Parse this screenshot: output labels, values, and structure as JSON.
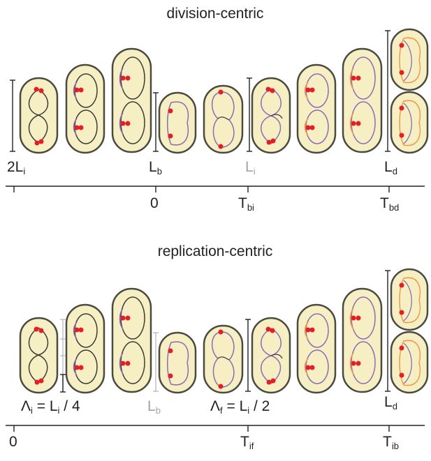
{
  "top": {
    "title": "division-centric",
    "labels": {
      "two_li": {
        "main": "2L",
        "sub": "i"
      },
      "lb": {
        "main": "L",
        "sub": "b"
      },
      "li": {
        "main": "L",
        "sub": "i"
      },
      "ld": {
        "main": "L",
        "sub": "d"
      }
    },
    "axis": {
      "zero": "0",
      "tbi": {
        "main": "T",
        "sub": "bi"
      },
      "tbd": {
        "main": "T",
        "sub": "bd"
      }
    }
  },
  "bottom": {
    "title": "replication-centric",
    "labels": {
      "lambda_i": {
        "sym": "Λ",
        "symsub": "i",
        "eq": " = L",
        "eqsub": "i",
        "rest": " / 4"
      },
      "lb": {
        "main": "L",
        "sub": "b"
      },
      "lambda_f": {
        "sym": "Λ",
        "symsub": "f",
        "eq": " = L",
        "eqsub": "i",
        "rest": " / 2"
      },
      "ld": {
        "main": "L",
        "sub": "d"
      }
    },
    "axis": {
      "zero": "0",
      "tif": {
        "main": "T",
        "sub": "if"
      },
      "tib": {
        "main": "T",
        "sub": "ib"
      }
    }
  },
  "colors": {
    "cell_fill": "#f7efc4",
    "cell_stroke": "#4a4a40",
    "chromosome_dark": "#3b3b3b",
    "chromosome_purple": "#8a6cb3",
    "chromosome_orange": "#ef9a4a",
    "origin_red": "#e41e26",
    "grey_text": "#a3a3a3"
  }
}
